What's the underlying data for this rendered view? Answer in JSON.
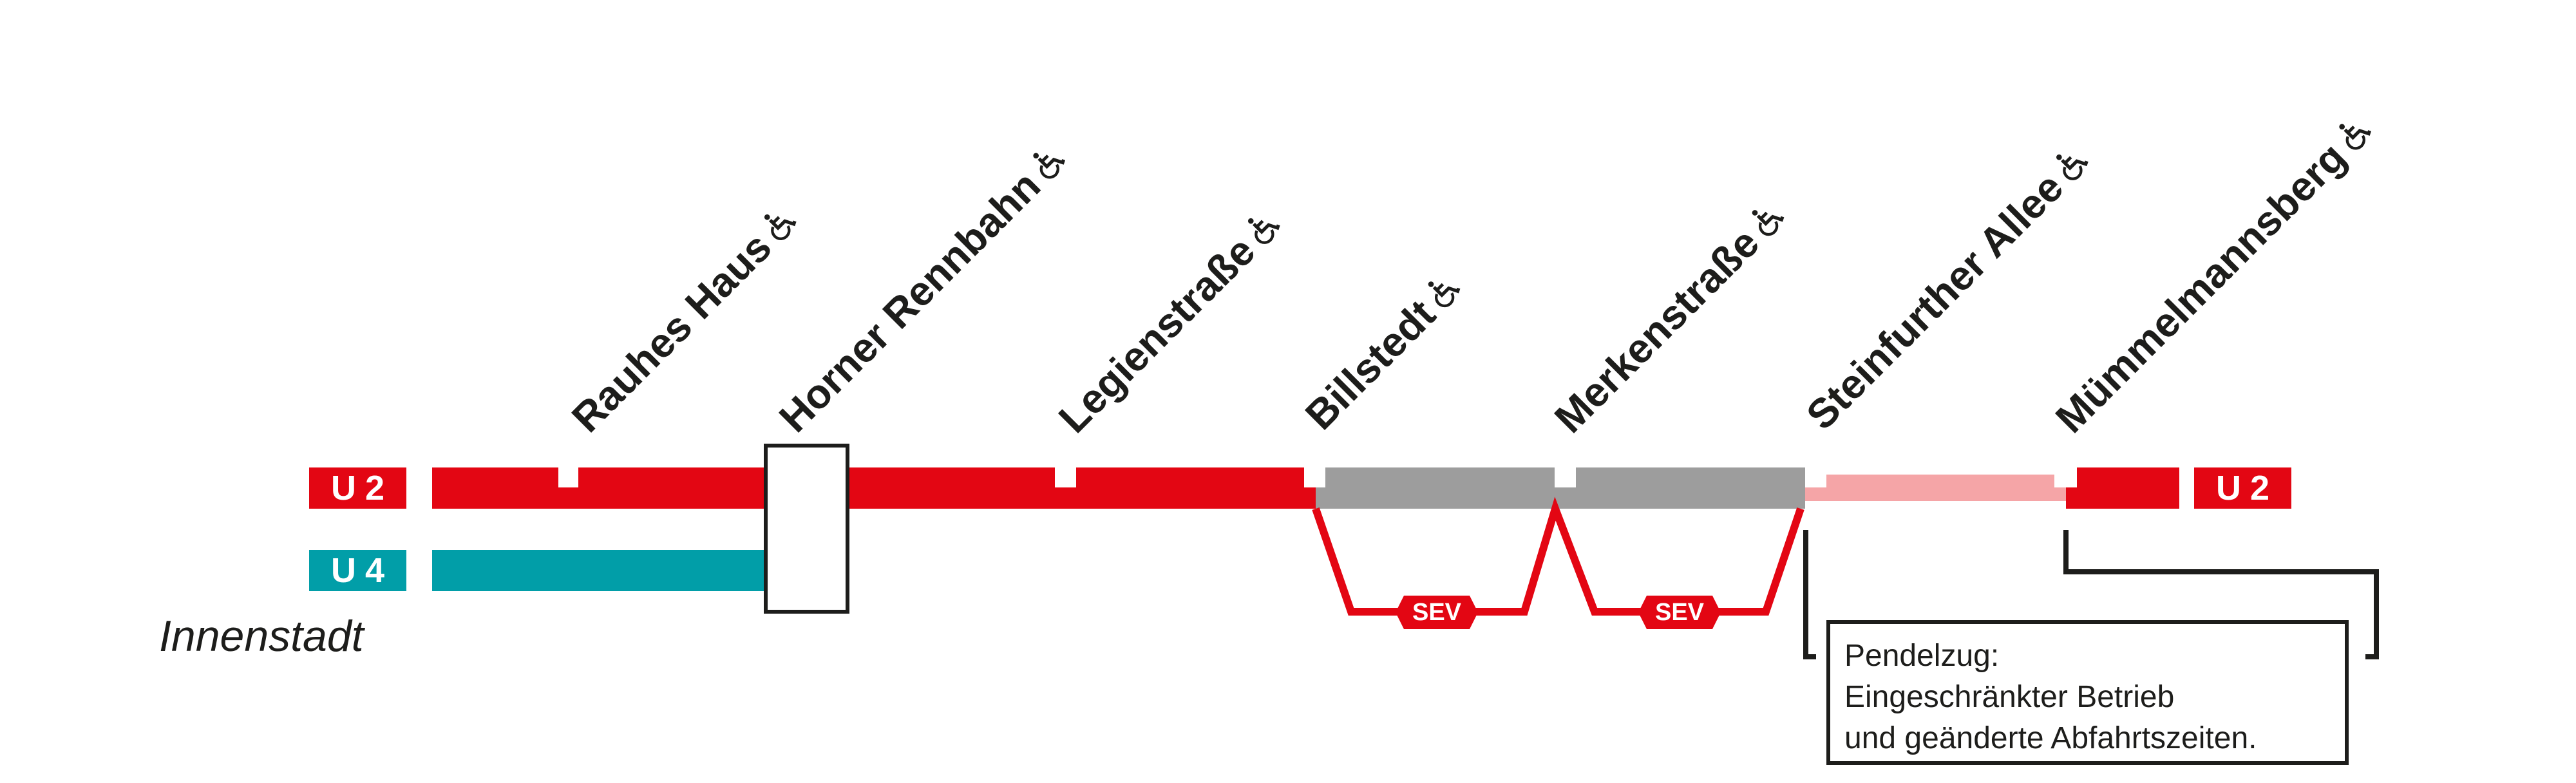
{
  "colors": {
    "u2": "#e30613",
    "u4": "#019ea8",
    "sev_section": "#9d9d9d",
    "shuttle_section": "#f5a5a7",
    "text": "#1d1d1b"
  },
  "lines": {
    "u2_left": "U2",
    "u4_left": "U4",
    "u2_right": "U2"
  },
  "direction_label": "Innenstadt",
  "stations": [
    {
      "name": "Rauhes Haus",
      "accessible": true,
      "icon": "wheelchair-icon"
    },
    {
      "name": "Horner Rennbahn",
      "accessible": true,
      "icon": "wheelchair-icon"
    },
    {
      "name": "Legienstraße",
      "accessible": true,
      "icon": "wheelchair-icon"
    },
    {
      "name": "Billstedt",
      "accessible": true,
      "icon": "wheelchair-icon"
    },
    {
      "name": "Merkenstraße",
      "accessible": true,
      "icon": "wheelchair-icon"
    },
    {
      "name": "Steinfurther Allee",
      "accessible": true,
      "icon": "wheelchair-icon"
    },
    {
      "name": "Mümmelmannsberg",
      "accessible": true,
      "icon": "wheelchair-icon"
    }
  ],
  "sev": [
    "SEV",
    "SEV"
  ],
  "notice": {
    "line1": "Pendelzug:",
    "line2": "Eingeschränkter Betrieb",
    "line3": "und geänderte Abfahrtszeiten."
  }
}
